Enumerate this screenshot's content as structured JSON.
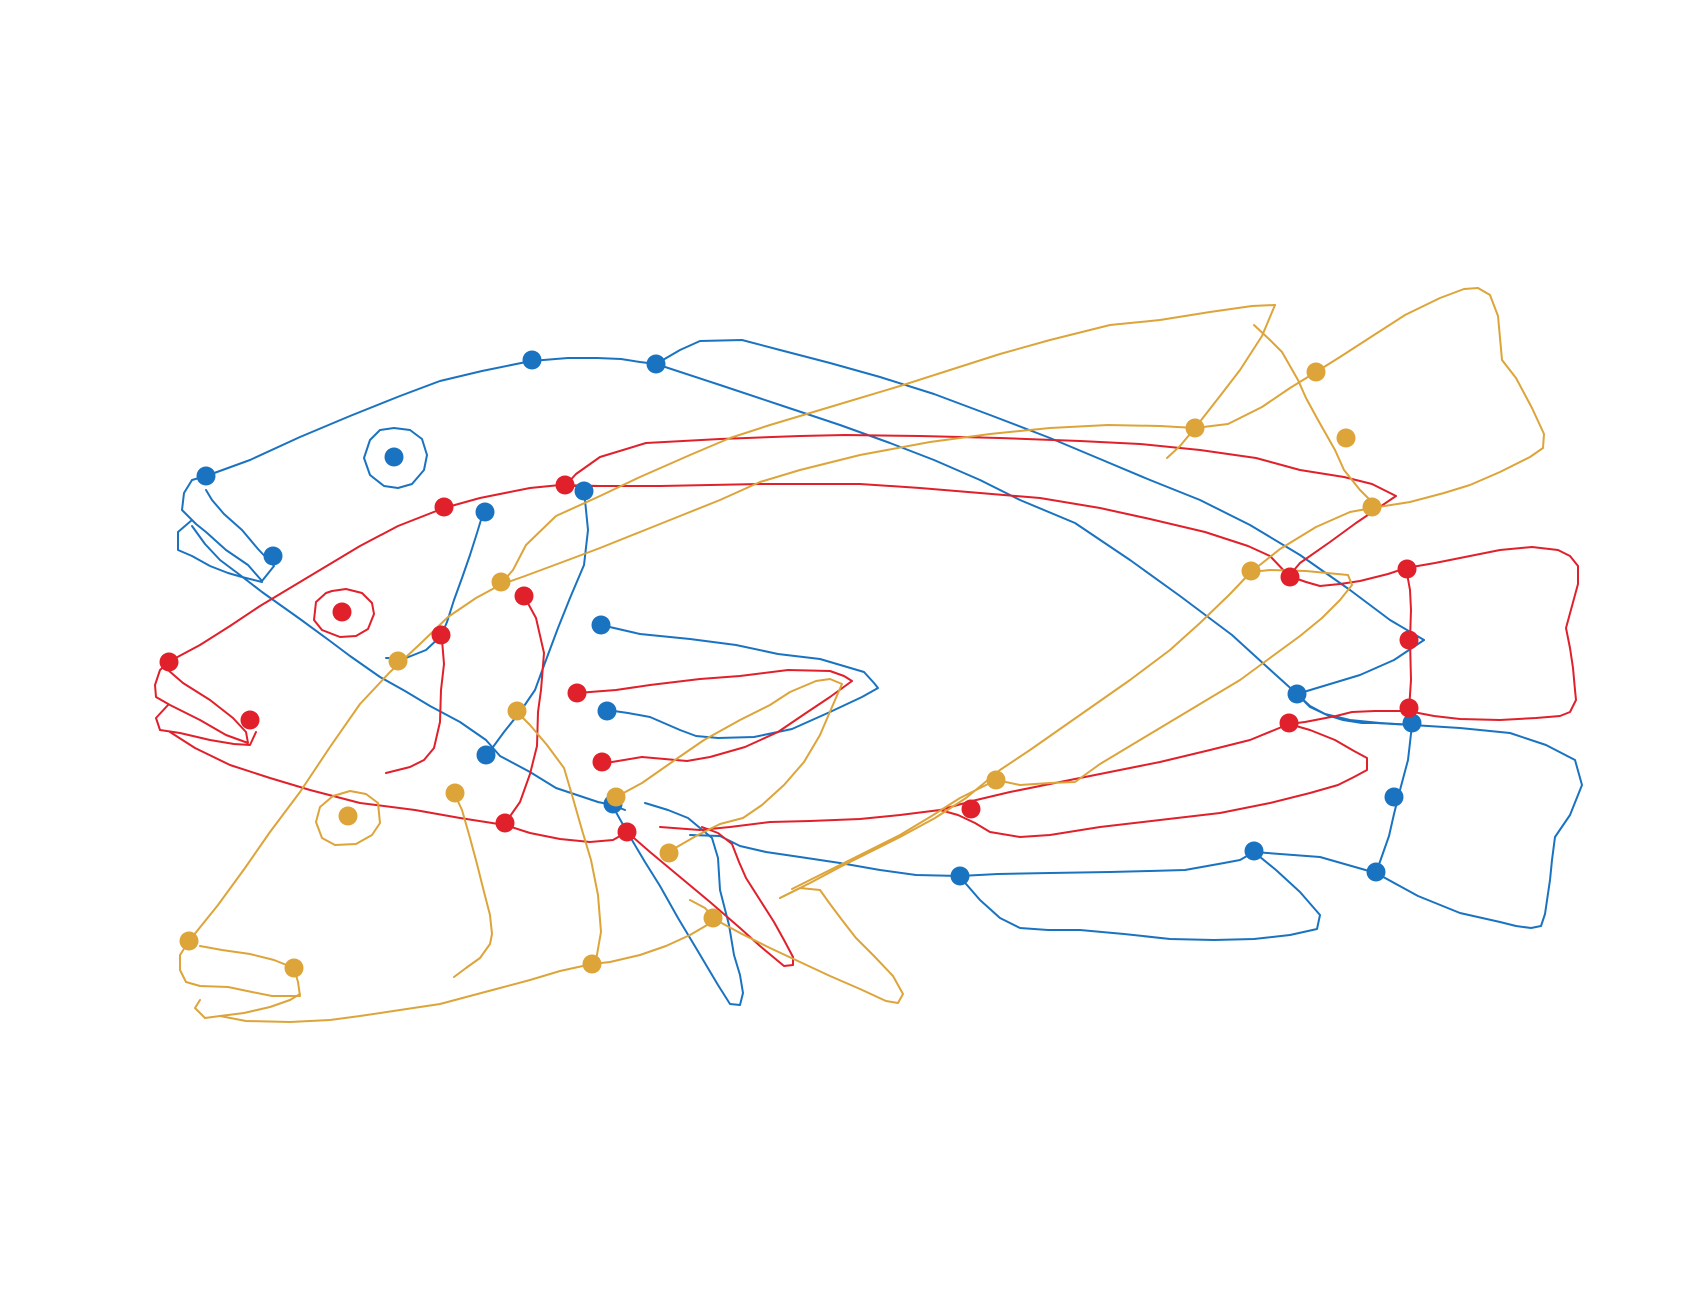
{
  "figure": {
    "colors": {
      "blue": "#1a73c0",
      "red": "#e0202a",
      "gold": "#dda43a",
      "background": "#ffffff"
    },
    "outlines": [
      {
        "name": "blue-fish-outline",
        "color": "blue"
      },
      {
        "name": "red-fish-outline",
        "color": "red"
      },
      {
        "name": "gold-fish-outline",
        "color": "gold"
      }
    ],
    "landmark_sets": [
      {
        "name": "blue-landmarks",
        "color": "blue"
      },
      {
        "name": "red-landmarks",
        "color": "red"
      },
      {
        "name": "gold-landmarks",
        "color": "gold"
      }
    ]
  }
}
